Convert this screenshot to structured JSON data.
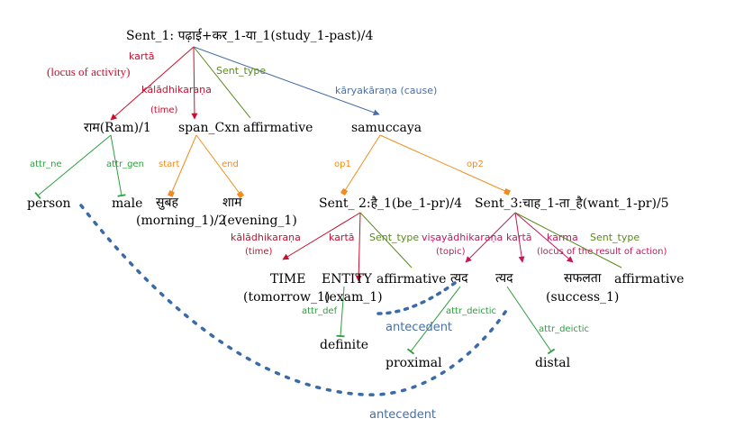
{
  "colors": {
    "red": "#c8102e",
    "karta": "#c2185b",
    "orange": "#f28c1e",
    "green": "#2e9e3e",
    "olive": "#5a8a1a",
    "blue": "#4a6fa5",
    "dotted": "#3a6aa8"
  },
  "nodes": {
    "root": "Sent_1: पढ़ाई+कर_1-या_1(study_1-past)/4",
    "ram": "राम(Ram)/1",
    "span_cxn": "span_Cxn",
    "affirmative_1": "affirmative",
    "samuccaya": "samuccaya",
    "person": "person",
    "male": "male",
    "subah": "सुबह",
    "shaam": "शाम",
    "morning": "(morning_1)/2",
    "evening": "(evening_1)",
    "sent2": "Sent_ 2:है_1(be_1-pr)/4",
    "sent3": "Sent_3:चाह_1-ता_है(want_1-pr)/5",
    "time": "TIME",
    "tomorrow": "(tomorrow_1)",
    "entity": "ENTITY",
    "exam": "(exam_1)",
    "affirmative_2": "affirmative",
    "tyad_1": "त्यद",
    "tyad_2": "त्यद",
    "safalata": "सफलता",
    "success": "(success_1)",
    "affirmative_3": "affirmative",
    "definite": "definite",
    "proximal": "proximal",
    "distal": "distal"
  },
  "edge_labels": {
    "karta_root": "kartā",
    "locus_activity": "(locus of activity)",
    "sent_type_root": "Sent_type",
    "kaladhikarana_root": "kālādhikaraṇa",
    "time_root": "(time)",
    "karyakarana": "kāryakāraṇa (cause)",
    "attr_ne": "attr_ne",
    "attr_gen": "attr_gen",
    "start": "start",
    "end": "end",
    "op1": "op1",
    "op2": "op2",
    "kaladhikarana_s2": "kālādhikaraṇa",
    "time_s2": "(time)",
    "karta_s2": "kartā",
    "sent_type_s2": "Sent_type",
    "visaya": "viṣayādhikaraṇa",
    "topic": "(topic)",
    "karta_s3": "kartā",
    "karma": "karma",
    "locus_result": "(locus of the result of action)",
    "sent_type_s3": "Sent_type",
    "attr_def": "attr_def",
    "attr_deictic_1": "attr_deictic",
    "attr_deictic_2": "attr_deictic",
    "antecedent_1": "antecedent",
    "antecedent_2": "antecedent"
  }
}
